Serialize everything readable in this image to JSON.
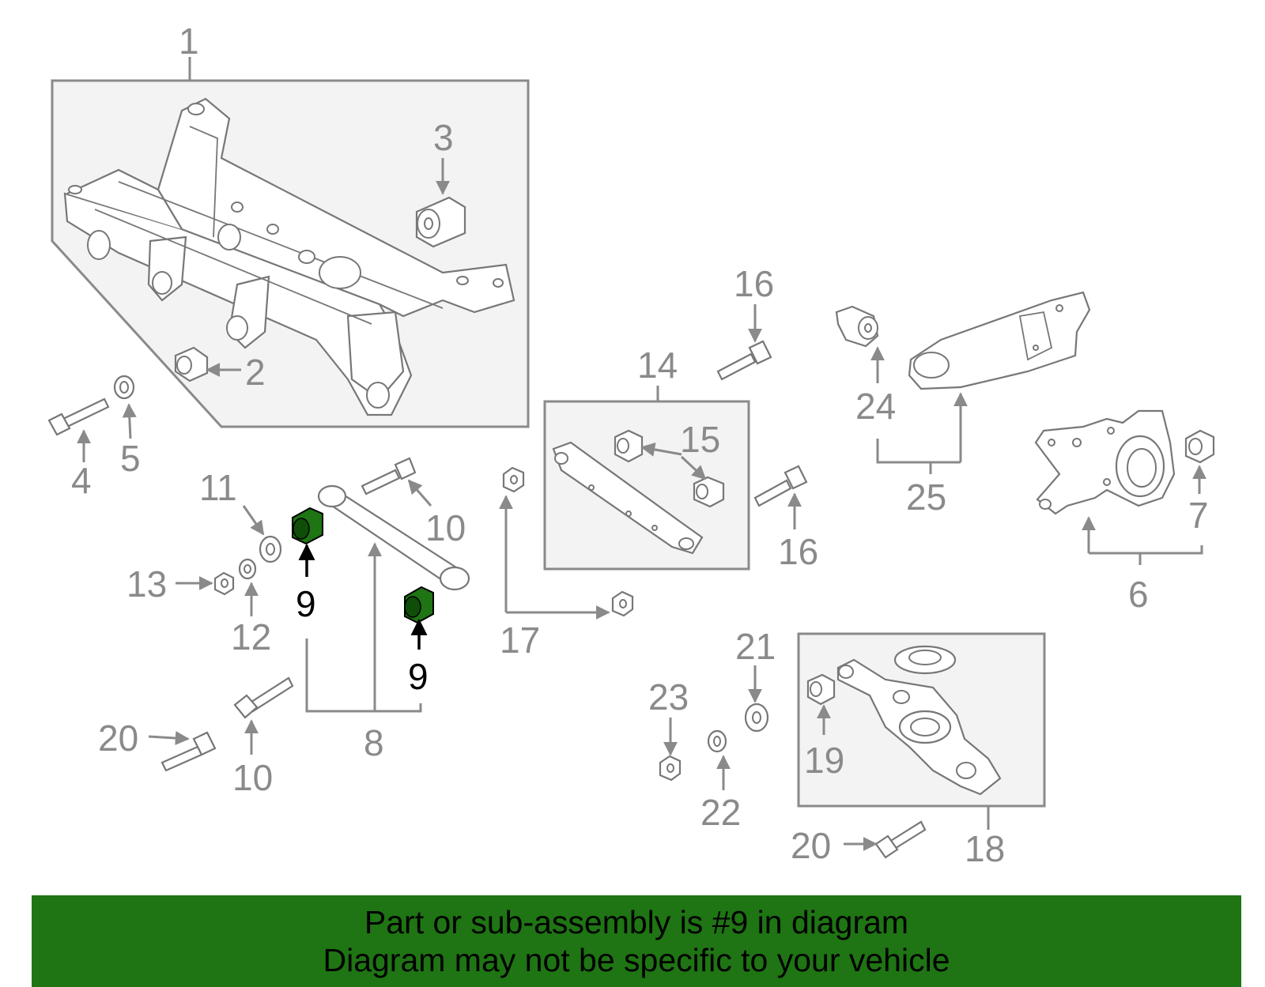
{
  "diagram": {
    "callouts": {
      "c1": "1",
      "c2": "2",
      "c3": "3",
      "c4": "4",
      "c5": "5",
      "c6": "6",
      "c7": "7",
      "c8": "8",
      "c9a": "9",
      "c9b": "9",
      "c10a": "10",
      "c10b": "10",
      "c11": "11",
      "c12": "12",
      "c13": "13",
      "c14": "14",
      "c15": "15",
      "c16a": "16",
      "c16b": "16",
      "c17": "17",
      "c18": "18",
      "c19": "19",
      "c20a": "20",
      "c20b": "20",
      "c21": "21",
      "c22": "22",
      "c23": "23",
      "c24": "24",
      "c25": "25"
    },
    "colors": {
      "highlight": "#1f7414",
      "callout_gray": "#8a8a8a",
      "callout_highlight": "#000000",
      "box_fill": "#f3f3f3"
    }
  },
  "banner": {
    "line1": "Part or sub-assembly is #9 in diagram",
    "line2": "Diagram may not be specific to your vehicle"
  }
}
